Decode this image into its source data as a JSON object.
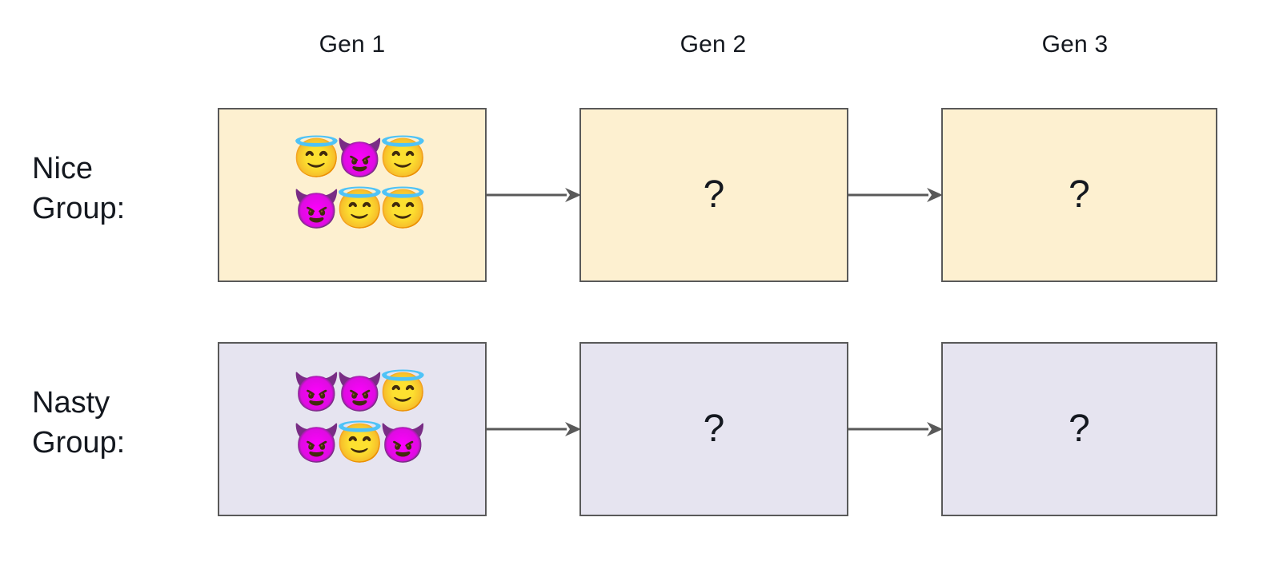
{
  "diagram": {
    "title_text": "",
    "columns": [
      {
        "id": "gen1",
        "label": "Gen 1"
      },
      {
        "id": "gen2",
        "label": "Gen 2"
      },
      {
        "id": "gen3",
        "label": "Gen 3"
      }
    ],
    "rows": [
      {
        "id": "nice",
        "label_line1": "Nice",
        "label_line2": "Group:",
        "fill_color": "#fdf0d0",
        "border_color": "#595959",
        "cells": [
          {
            "column": "gen1",
            "kind": "population",
            "population": [
              {
                "type": "angel",
                "glyph": "😇",
                "name": "angel-emoji"
              },
              {
                "type": "devil",
                "glyph": "😈",
                "name": "devil-emoji"
              },
              {
                "type": "angel",
                "glyph": "😇",
                "name": "angel-emoji"
              },
              {
                "type": "devil",
                "glyph": "😈",
                "name": "devil-emoji"
              },
              {
                "type": "angel",
                "glyph": "😇",
                "name": "angel-emoji"
              },
              {
                "type": "angel",
                "glyph": "😇",
                "name": "angel-emoji"
              }
            ],
            "angel_count": 4,
            "devil_count": 2
          },
          {
            "column": "gen2",
            "kind": "unknown",
            "text": "?"
          },
          {
            "column": "gen3",
            "kind": "unknown",
            "text": "?"
          }
        ]
      },
      {
        "id": "nasty",
        "label_line1": "Nasty",
        "label_line2": "Group:",
        "fill_color": "#e6e4f0",
        "border_color": "#595959",
        "cells": [
          {
            "column": "gen1",
            "kind": "population",
            "population": [
              {
                "type": "devil",
                "glyph": "😈",
                "name": "devil-emoji"
              },
              {
                "type": "devil",
                "glyph": "😈",
                "name": "devil-emoji"
              },
              {
                "type": "angel",
                "glyph": "😇",
                "name": "angel-emoji"
              },
              {
                "type": "devil",
                "glyph": "😈",
                "name": "devil-emoji"
              },
              {
                "type": "angel",
                "glyph": "😇",
                "name": "angel-emoji"
              },
              {
                "type": "devil",
                "glyph": "😈",
                "name": "devil-emoji"
              }
            ],
            "angel_count": 2,
            "devil_count": 4
          },
          {
            "column": "gen2",
            "kind": "unknown",
            "text": "?"
          },
          {
            "column": "gen3",
            "kind": "unknown",
            "text": "?"
          }
        ]
      }
    ],
    "arrows": [
      {
        "id": "nice-gen1-to-gen2",
        "name": "arrow-right-icon",
        "color": "#595959"
      },
      {
        "id": "nice-gen2-to-gen3",
        "name": "arrow-right-icon",
        "color": "#595959"
      },
      {
        "id": "nasty-gen1-to-gen2",
        "name": "arrow-right-icon",
        "color": "#595959"
      },
      {
        "id": "nasty-gen2-to-gen3",
        "name": "arrow-right-icon",
        "color": "#595959"
      }
    ],
    "colors": {
      "background": "#ffffff",
      "text": "#14181f",
      "nice_fill": "#fdf0d0",
      "nasty_fill": "#e6e4f0",
      "border": "#595959",
      "arrow": "#595959"
    }
  }
}
